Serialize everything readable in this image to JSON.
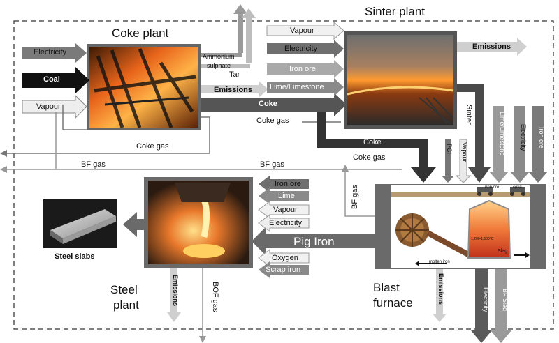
{
  "boundary_label": "",
  "plants": {
    "coke": "Coke plant",
    "sinter": "Sinter plant",
    "steel_line1": "Steel",
    "steel_line2": "plant",
    "blast_line1": "Blast",
    "blast_line2": "furnace",
    "slabs": "Steel slabs"
  },
  "coke_inputs": [
    "Electricity",
    "Coal",
    "Vapour"
  ],
  "coke_outputs": {
    "ammonium": [
      "Ammonium",
      "sulphate"
    ],
    "tar": "Tar",
    "emissions": "Emissions",
    "coke": "Coke",
    "coke_gas_1": "Coke gas",
    "coke_gas_2": "Coke gas",
    "coke_gas_3": "Coke gas"
  },
  "sinter_inputs": [
    "Vapour",
    "Electricity",
    "Iron ore",
    "Lime/Limestone"
  ],
  "sinter_outputs": {
    "emissions": "Emissions",
    "sinter": "Sinter",
    "coke": "Coke"
  },
  "bf_gas": [
    "BF gas",
    "BF gas",
    "BF gas"
  ],
  "blast_inputs": [
    "PCI",
    "Vapour",
    "Lime/Limestone",
    "Electricity",
    "Iron ore"
  ],
  "blast_outputs": {
    "emissions": "Emissions",
    "electricity": "Electicity",
    "slag": "BF Slag",
    "pig_iron": "Pig Iron"
  },
  "steel_inputs": [
    "Iron ore",
    "Lime",
    "Vapour",
    "Electricity",
    "Oxygen",
    "Scrap iron"
  ],
  "steel_outputs": {
    "emissions": "Emissions",
    "bof_gas": "BOF  gas"
  },
  "furnace_sketch": {
    "iron_ore": "iron ore",
    "coke": "coke",
    "temp": "1,200-1,600°C",
    "slag": "Slag",
    "molten_iron": "molten iron"
  },
  "colors": {
    "dark": "#1a1a1a",
    "arrow_dark": "#4a4a4a",
    "arrow_mid": "#6f6f6f",
    "arrow_light": "#a9a9a9",
    "arrow_pale": "#d4d4d4",
    "fire": "#e8641b"
  }
}
